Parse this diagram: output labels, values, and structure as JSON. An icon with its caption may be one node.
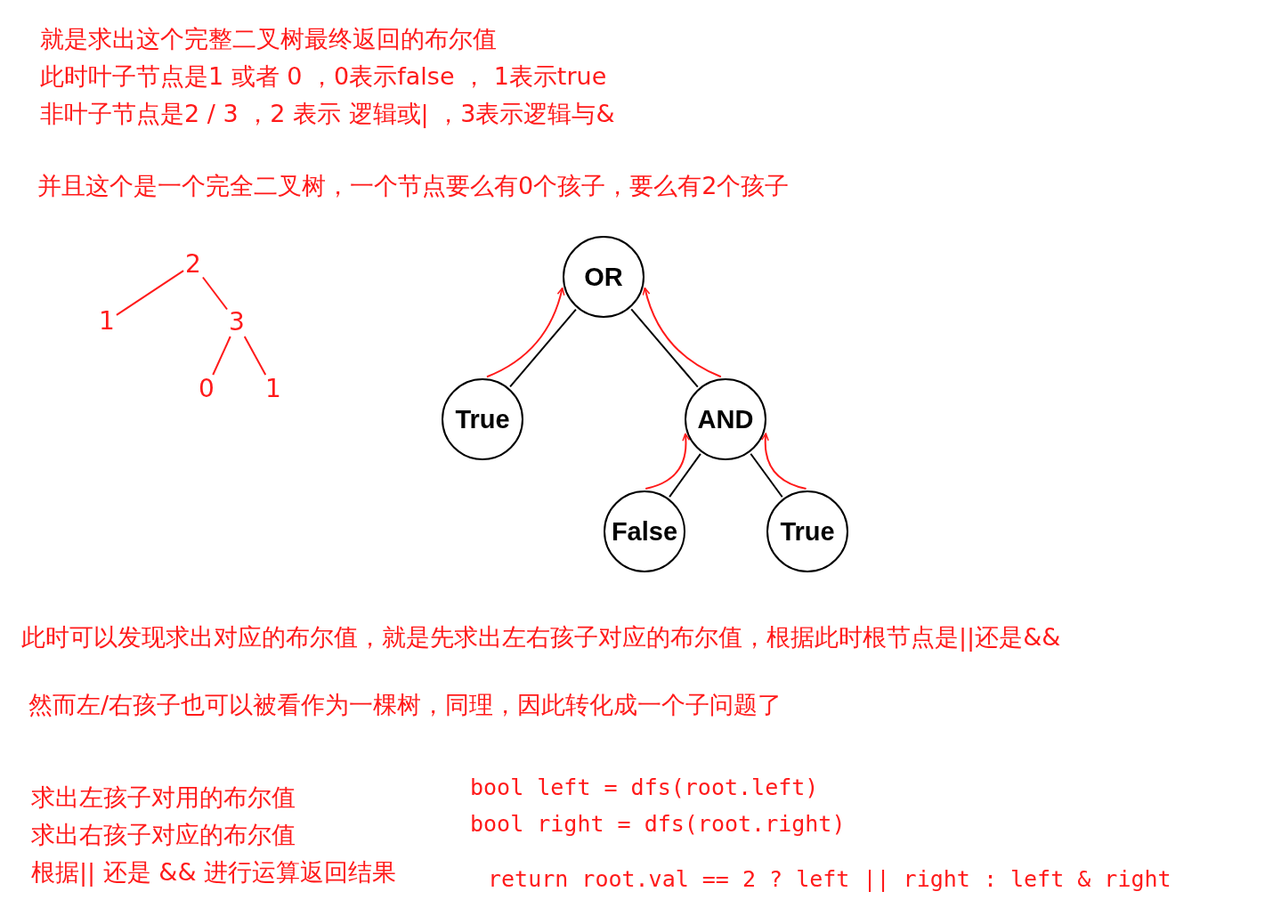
{
  "diagram": {
    "nodes": [
      {
        "text": [
          "2"
        ]
      },
      {
        "text": [
          "1"
        ]
      },
      {
        "text": [
          "3"
        ]
      },
      {
        "text": [
          "0"
        ]
      },
      {
        "text": [
          "1"
        ]
      },
      {
        "text": [
          "OR"
        ]
      },
      {
        "text": [
          "True"
        ]
      },
      {
        "text": [
          "AND"
        ]
      },
      {
        "text": [
          "False"
        ]
      },
      {
        "text": [
          "True"
        ]
      }
    ],
    "edges": [
      {
        "from": 0,
        "to": 1,
        "arrow": "none"
      },
      {
        "from": 0,
        "to": 2,
        "arrow": "none"
      },
      {
        "from": 2,
        "to": 3,
        "arrow": "none"
      },
      {
        "from": 2,
        "to": 4,
        "arrow": "none"
      },
      {
        "from": 5,
        "to": 6,
        "arrow": "none",
        "color": "#000000"
      },
      {
        "from": 5,
        "to": 7,
        "arrow": "none",
        "color": "#000000"
      },
      {
        "from": 7,
        "to": 8,
        "arrow": "none",
        "color": "#000000"
      },
      {
        "from": 7,
        "to": 9,
        "arrow": "none",
        "color": "#000000"
      },
      {
        "from": 6,
        "to": 5,
        "arrow": "to"
      },
      {
        "from": 7,
        "to": 5,
        "arrow": "to"
      },
      {
        "from": 8,
        "to": 7,
        "arrow": "to"
      },
      {
        "from": 9,
        "to": 7,
        "arrow": "to"
      }
    ],
    "labels": [
      "就是求出这个完整二叉树最终返回的布尔值",
      "此时叶子节点是1 或者 0 ，0表示false ， 1表示true",
      "非叶子节点是2 / 3 ，2 表示 逻辑或| ，3表示逻辑与&",
      "并且这个是一个完全二叉树，一个节点要么有0个孩子，要么有2个孩子",
      "此时可以发现求出对应的布尔值，就是先求出左右孩子对应的布尔值，根据此时根节点是||还是&&",
      "然而左/右孩子也可以被看作为一棵树，同理，因此转化成一个子问题了",
      "求出左孩子对用的布尔值",
      "bool left = dfs(root.left)",
      "求出右孩子对应的布尔值",
      "bool right = dfs(root.right)",
      "根据|| 还是 && 进行运算返回结果",
      "return root.val == 2 ? left || right : left & right"
    ]
  }
}
